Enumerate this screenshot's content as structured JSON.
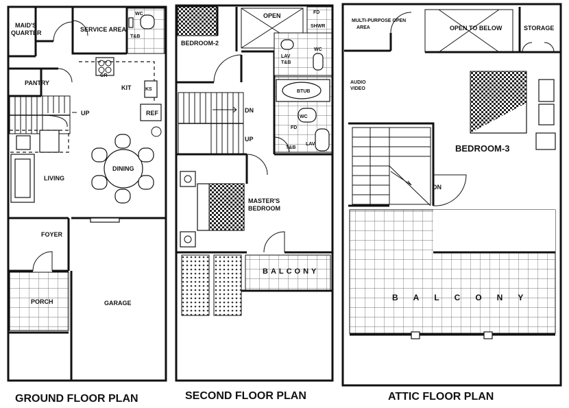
{
  "ground": {
    "title": "GROUND FLOOR PLAN",
    "maids_quarter": "MAID'S QUARTER",
    "service_area": "SERVICE AREA",
    "wc": "WC",
    "tb": "T&B",
    "pantry": "PANTRY",
    "kit": "KIT",
    "ks": "KS",
    "ref": "REF",
    "gr": "GR",
    "up": "UP",
    "living": "LIVING",
    "dining": "DINING",
    "foyer": "FOYER",
    "porch": "PORCH",
    "garage": "GARAGE"
  },
  "second": {
    "title": "SECOND FLOOR PLAN",
    "bedroom2": "BEDROOM-2",
    "open": "OPEN",
    "fd": "FD",
    "shwr": "SHWR",
    "lav": "LAV",
    "tb": "T&B",
    "wc": "WC",
    "btub": "BTUB",
    "dn": "DN",
    "up": "UP",
    "masters_bedroom": "MASTER'S BEDROOM",
    "balcony": "BALCONY"
  },
  "attic": {
    "title": "ATTIC FLOOR PLAN",
    "multi_purpose": "MULTI-PURPOSE OPEN AREA",
    "open_to_below": "OPEN TO BELOW",
    "storage": "STORAGE",
    "audio_video": "AUDIO VIDEO",
    "bedroom3": "BEDROOM-3",
    "dn": "DN",
    "balcony": "BALCONY"
  }
}
